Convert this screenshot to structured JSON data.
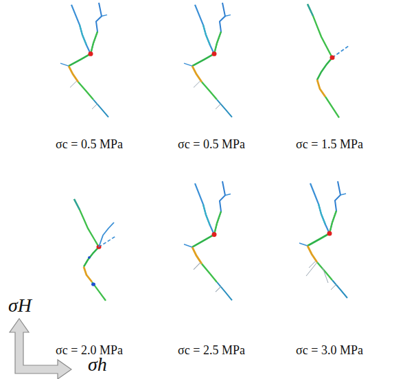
{
  "diagram": {
    "labels": [
      "σc = 0.5 MPa",
      "σc = 0.5 MPa",
      "σc = 1.5 MPa",
      "σH",
      "σc = 2.0 MPa",
      "σc = 2.5 MPa",
      "σc = 3.0 MPa",
      "σh"
    ]
  }
}
